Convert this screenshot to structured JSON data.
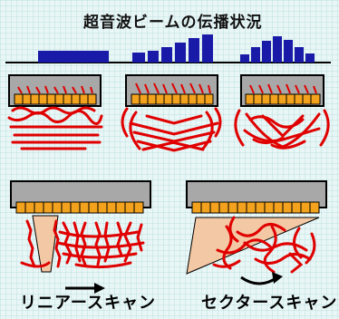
{
  "title": "超音波ビームの伝播状況",
  "scan_types": {
    "linear": "リニアースキャン",
    "sector": "セクタースキャン"
  },
  "colors": {
    "background": "#e9f6f6",
    "beam_profile": "#1a1aa8",
    "beam_lines": "#e00000",
    "probe_body": "#a8a8a8",
    "elements": "#f2a21c",
    "sector_fan": "#f3c8a4",
    "arrow": "#000000"
  },
  "icons": [
    "arrow-right-icon",
    "curved-arrow-icon"
  ]
}
